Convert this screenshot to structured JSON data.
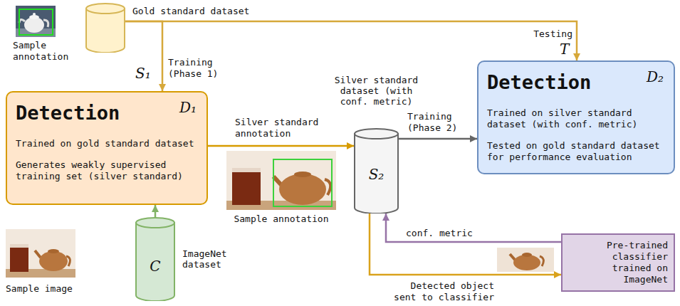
{
  "diagram": {
    "nodes": [
      {
        "text": [
          "Gold standard dataset"
        ]
      },
      {
        "text": [
          "Detection",
          "D₁",
          "Trained on gold standard dataset",
          "Generates weakly supervised training set (silver standard)"
        ]
      },
      {
        "text": [
          "C",
          "ImageNet dataset"
        ]
      },
      {
        "text": [
          "Silver standard dataset (with conf. metric)",
          "S₂"
        ]
      },
      {
        "text": [
          "Detection",
          "D₂",
          "Trained on silver standard dataset (with conf. metric)",
          "Tested on gold standard dataset for performance evaluation"
        ]
      },
      {
        "text": [
          "Pre-trained classifier trained on ImageNet"
        ]
      }
    ],
    "edges": [
      {
        "from": 0,
        "to": 1,
        "arrow": "to",
        "label": "Training (Phase 1)"
      },
      {
        "from": 0,
        "to": 4,
        "arrow": "to",
        "label": "Testing"
      },
      {
        "from": 2,
        "to": 1,
        "arrow": "to"
      },
      {
        "from": 1,
        "to": 3,
        "arrow": "to",
        "label": "Silver standard annotation"
      },
      {
        "from": 3,
        "to": 4,
        "arrow": "to",
        "label": "Training (Phase 2)"
      },
      {
        "from": 3,
        "to": 5,
        "arrow": "to"
      },
      {
        "from": 5,
        "to": 3,
        "arrow": "to",
        "label": "conf. metric"
      }
    ],
    "labels": [
      "Sample annotation",
      "S₁",
      "T",
      "Sample annotation",
      "Detected object sent to classifier",
      "Sample image"
    ]
  }
}
